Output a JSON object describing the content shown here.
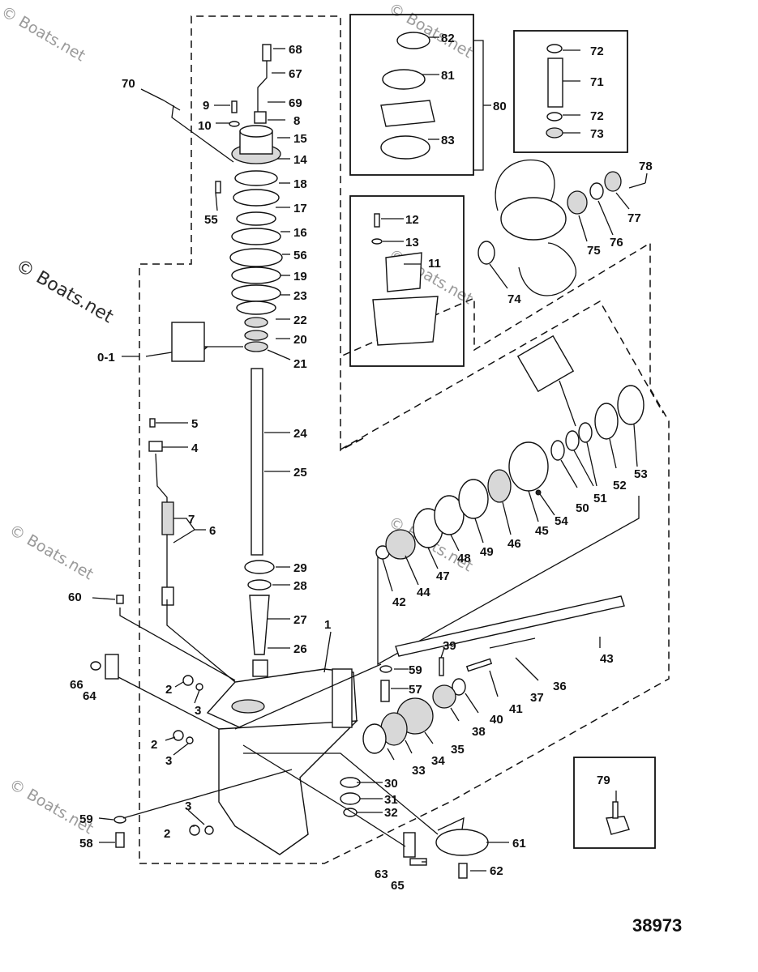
{
  "diagram": {
    "drawing_number": "38973",
    "watermarks": [
      "© Boats.net",
      "© Boats.net",
      "© Boats.net",
      "© Boats.net",
      "© Boats.net",
      "© Boats.net"
    ],
    "watermark_large": "© Boats.net",
    "labels": {
      "l1": "1",
      "l2a": "2",
      "l2b": "2",
      "l2c": "2",
      "l3a": "3",
      "l3b": "3",
      "l3c": "3",
      "l4": "4",
      "l5": "5",
      "l6": "6",
      "l7": "7",
      "l8": "8",
      "l9": "9",
      "l10": "10",
      "l11": "11",
      "l12": "12",
      "l13": "13",
      "l14": "14",
      "l15": "15",
      "l16": "16",
      "l17": "17",
      "l18": "18",
      "l19": "19",
      "l20": "20",
      "l21": "21",
      "l22": "22",
      "l23": "23",
      "l24": "24",
      "l25": "25",
      "l26": "26",
      "l27": "27",
      "l28": "28",
      "l29": "29",
      "l30": "30",
      "l31": "31",
      "l32": "32",
      "l33": "33",
      "l34": "34",
      "l35": "35",
      "l36": "36",
      "l37": "37",
      "l38": "38",
      "l39": "39",
      "l40": "40",
      "l41": "41",
      "l42": "42",
      "l43": "43",
      "l44": "44",
      "l45": "45",
      "l46": "46",
      "l47": "47",
      "l48": "48",
      "l49": "49",
      "l50": "50",
      "l51": "51",
      "l52": "52",
      "l53": "53",
      "l54": "54",
      "l55": "55",
      "l56": "56",
      "l57": "57",
      "l58": "58",
      "l59a": "59",
      "l59b": "59",
      "l60": "60",
      "l61": "61",
      "l62": "62",
      "l63": "63",
      "l64": "64",
      "l65": "65",
      "l66": "66",
      "l67": "67",
      "l68": "68",
      "l69": "69",
      "l70": "70",
      "l71": "71",
      "l72a": "72",
      "l72b": "72",
      "l73": "73",
      "l74": "74",
      "l75": "75",
      "l76": "76",
      "l77": "77",
      "l78": "78",
      "l79": "79",
      "l80": "80",
      "l81": "81",
      "l82": "82",
      "l83": "83",
      "l01": "0-1"
    }
  }
}
